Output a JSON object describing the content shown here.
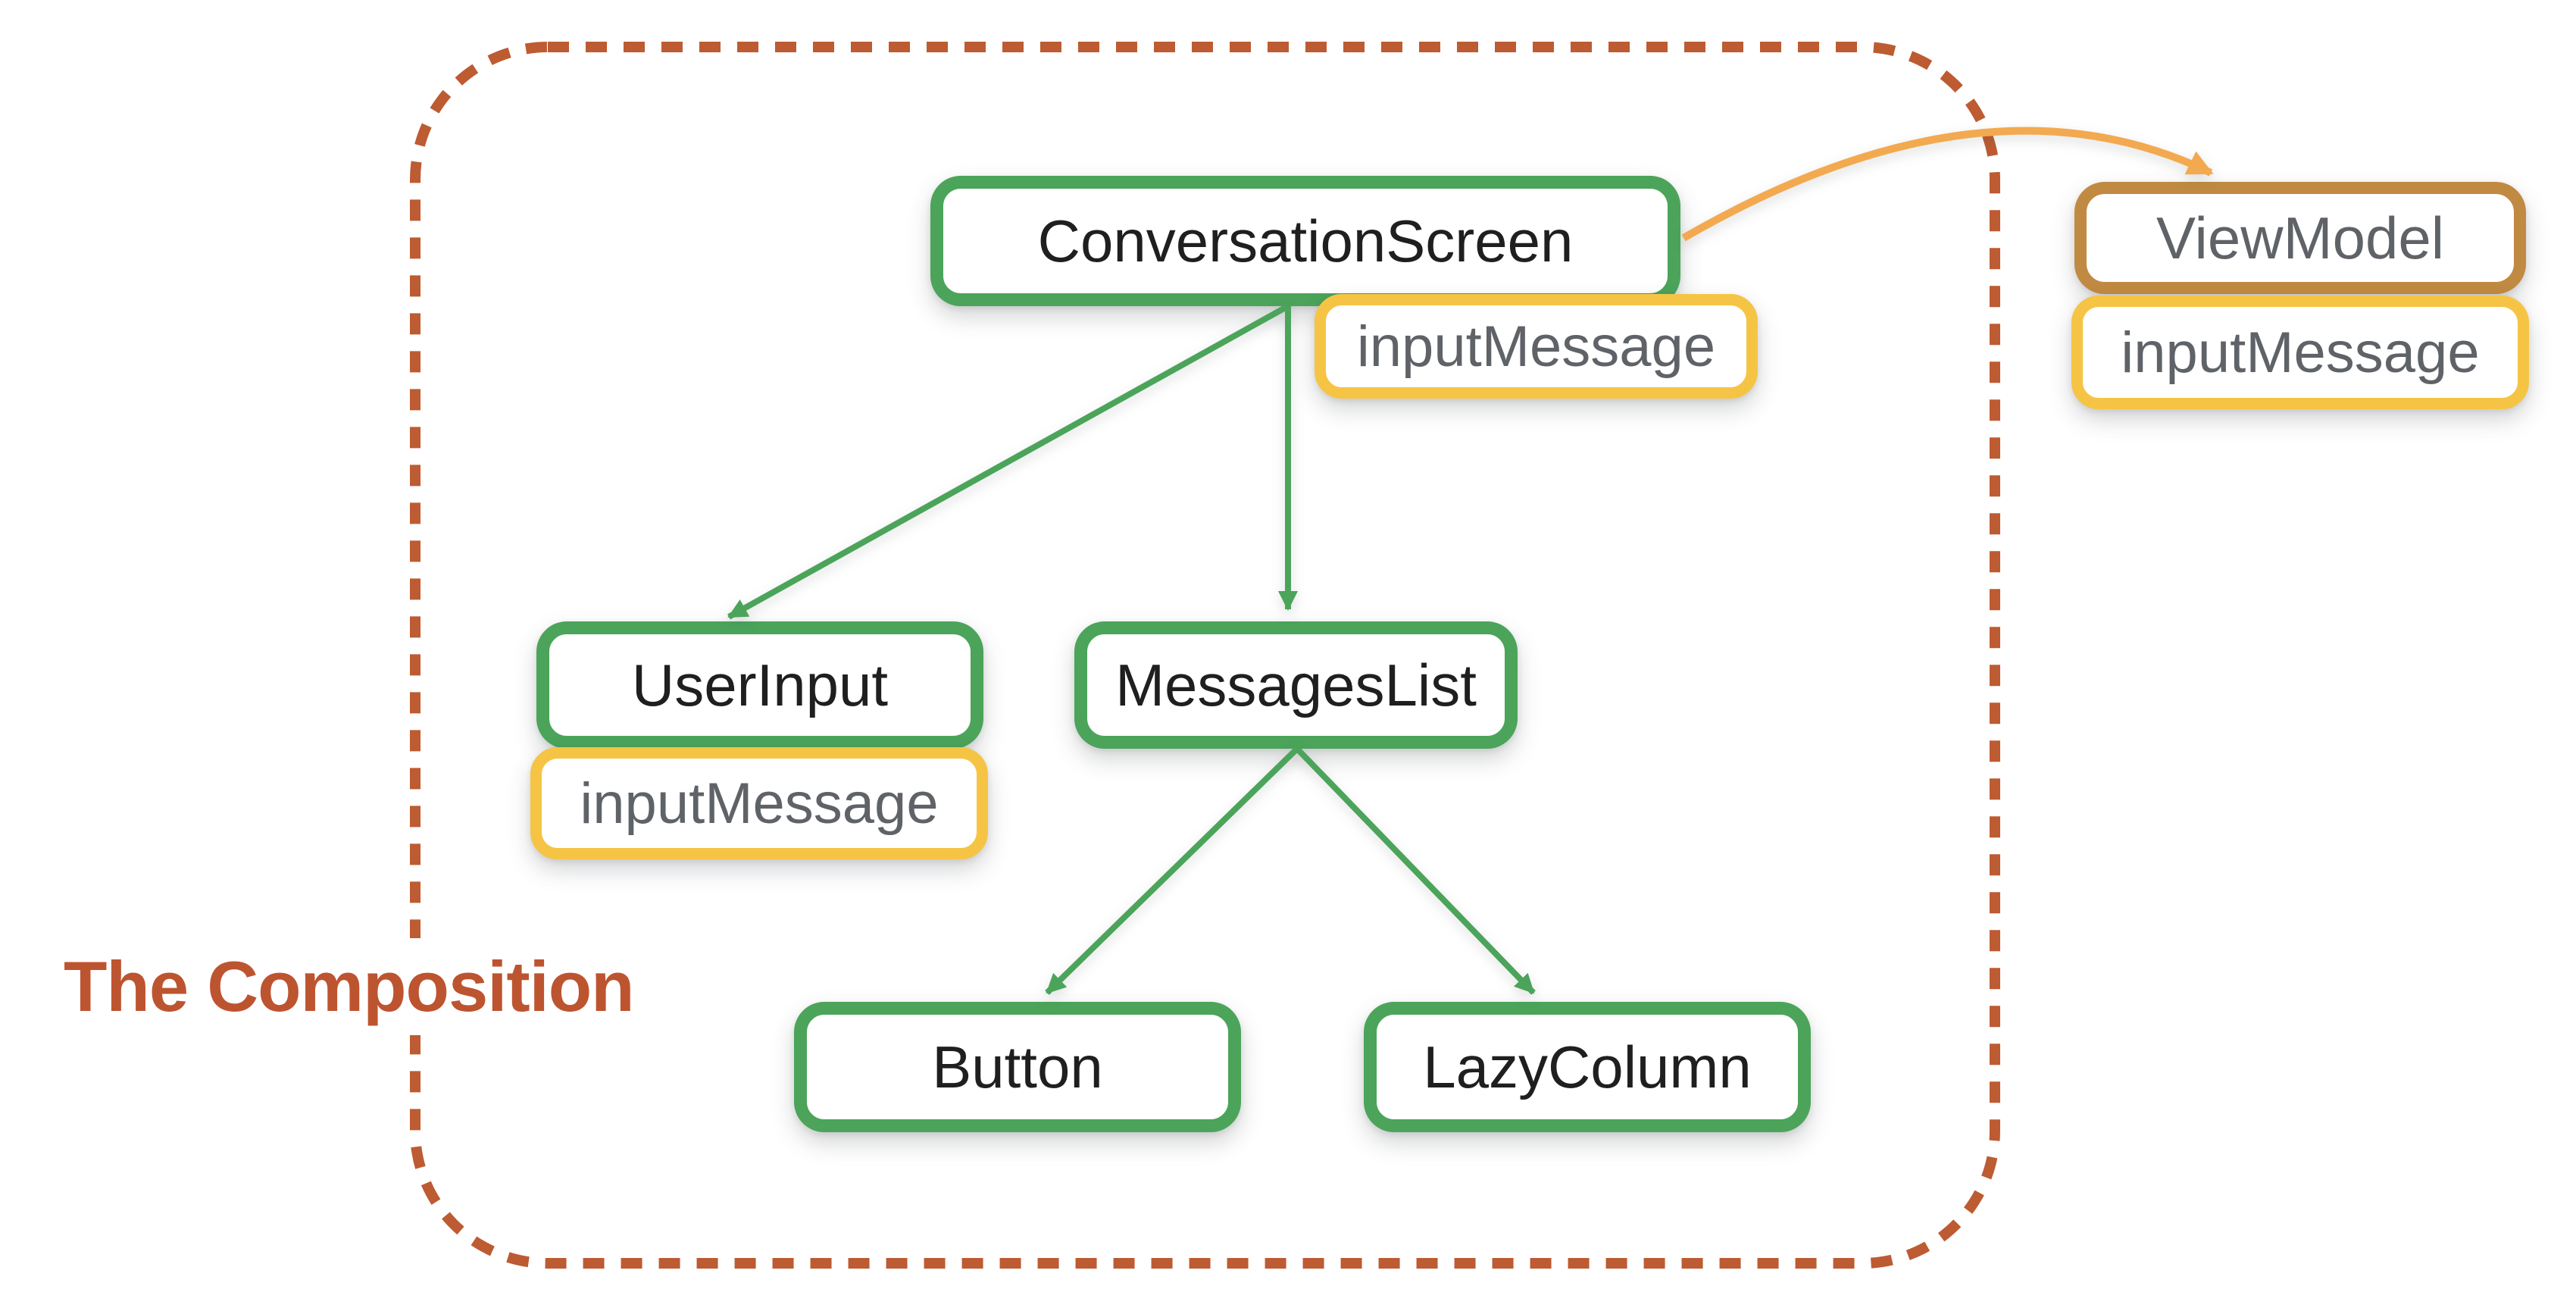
{
  "diagram": {
    "title": "The Composition",
    "nodes": [
      {
        "id": "conversation-screen",
        "label": "ConversationScreen",
        "type": "composable"
      },
      {
        "id": "conversation-screen-state",
        "label": "inputMessage",
        "type": "state"
      },
      {
        "id": "user-input",
        "label": "UserInput",
        "type": "composable"
      },
      {
        "id": "user-input-state",
        "label": "inputMessage",
        "type": "state"
      },
      {
        "id": "messages-list",
        "label": "MessagesList",
        "type": "composable"
      },
      {
        "id": "button",
        "label": "Button",
        "type": "composable"
      },
      {
        "id": "lazy-column",
        "label": "LazyColumn",
        "type": "composable"
      },
      {
        "id": "view-model",
        "label": "ViewModel",
        "type": "viewmodel"
      },
      {
        "id": "view-model-state",
        "label": "inputMessage",
        "type": "state"
      }
    ],
    "edges": [
      {
        "from": "ConversationScreen",
        "to": "UserInput",
        "style": "straight",
        "color": "green"
      },
      {
        "from": "ConversationScreen",
        "to": "MessagesList",
        "style": "straight",
        "color": "green"
      },
      {
        "from": "MessagesList",
        "to": "Button",
        "style": "straight",
        "color": "green"
      },
      {
        "from": "MessagesList",
        "to": "LazyColumn",
        "style": "straight",
        "color": "green"
      },
      {
        "from": "ConversationScreen",
        "to": "ViewModel",
        "style": "curved",
        "color": "orange"
      }
    ],
    "colors": {
      "composable_border": "#4BA45A",
      "state_border": "#F6C445",
      "viewmodel_border": "#C18A42",
      "edge_green": "#4BA45A",
      "edge_orange": "#F3A950",
      "boundary_color": "#BD5B32",
      "title_color": "#BD5430",
      "node_text": "#1F1F1F",
      "state_text": "#5F6368"
    }
  }
}
